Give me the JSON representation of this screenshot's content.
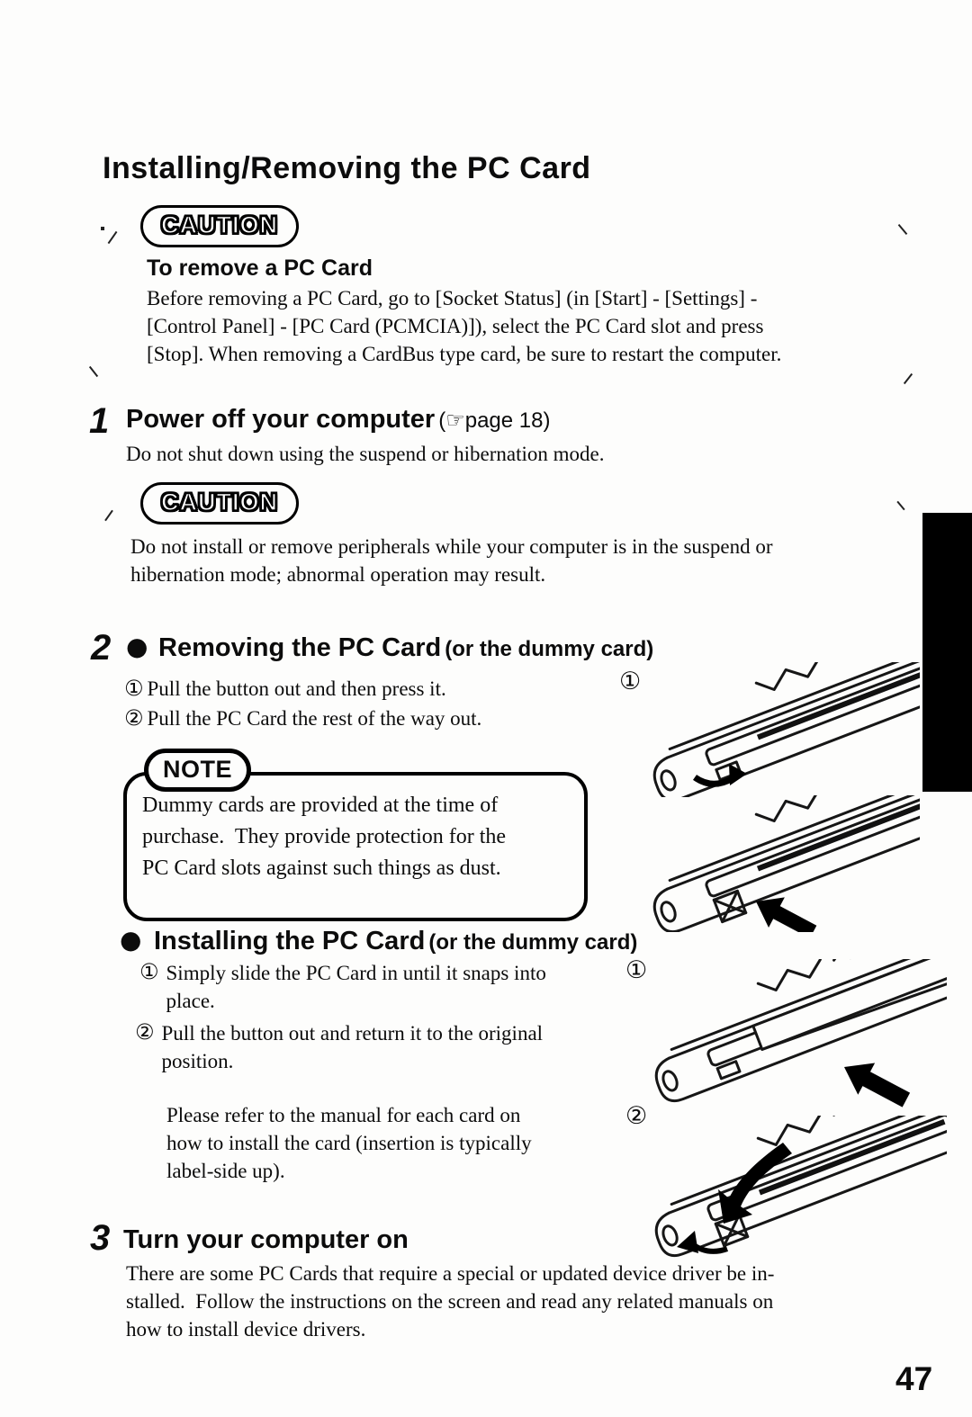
{
  "page": {
    "title": "Installing/Removing the PC Card",
    "number": "47"
  },
  "caution1": {
    "badge": "CAUTION",
    "heading": "To remove a PC Card",
    "lines": [
      "Before removing a PC Card, go to [Socket Status] (in [Start] - [Settings] -",
      "[Control Panel] - [PC Card (PCMCIA)]), select the PC Card slot and press",
      "[Stop]. When removing a CardBus type card, be sure to restart the computer."
    ]
  },
  "step1": {
    "number": "1",
    "title": "Power off your computer",
    "ref_open": "(",
    "ref_icon": "☞",
    "ref_text": "page 18)",
    "body": "Do not shut down using the suspend or hibernation mode."
  },
  "caution2": {
    "badge": "CAUTION",
    "lines": [
      "Do not install or remove peripherals while your computer is in the suspend or",
      "hibernation mode; abnormal operation may result."
    ]
  },
  "step2": {
    "number": "2",
    "bullet": "●",
    "title": "Removing the PC Card",
    "suffix": "(or the dummy card)",
    "item1_num": "①",
    "item1": "Pull the button out and then press it.",
    "item2_num": "②",
    "item2": "Pull the PC Card the rest of the way out.",
    "fig1_label": "①"
  },
  "note": {
    "badge": "NOTE",
    "lines": [
      "Dummy cards are provided at the time of",
      "purchase.  They provide protection for the",
      "PC Card slots against such things as dust."
    ]
  },
  "install": {
    "bullet": "●",
    "title": "Installing the PC Card",
    "suffix": "(or the dummy card)",
    "item1_num": "①",
    "item1_lines": [
      "Simply slide the PC Card in until it snaps into",
      "place."
    ],
    "item2_num": "②",
    "item2_lines": [
      "Pull the button out and return it to the original",
      "position."
    ],
    "para_lines": [
      "Please refer to the manual for each card on",
      "how to install the card (insertion is typically",
      "label-side up)."
    ],
    "fig1_label": "①",
    "fig2_label": "②"
  },
  "step3": {
    "number": "3",
    "title": "Turn your computer on",
    "lines": [
      "There are some PC Cards that require a special or updated device driver be in-",
      "stalled.  Follow the instructions on the screen and read any related manuals on",
      "how to install device drivers."
    ]
  }
}
